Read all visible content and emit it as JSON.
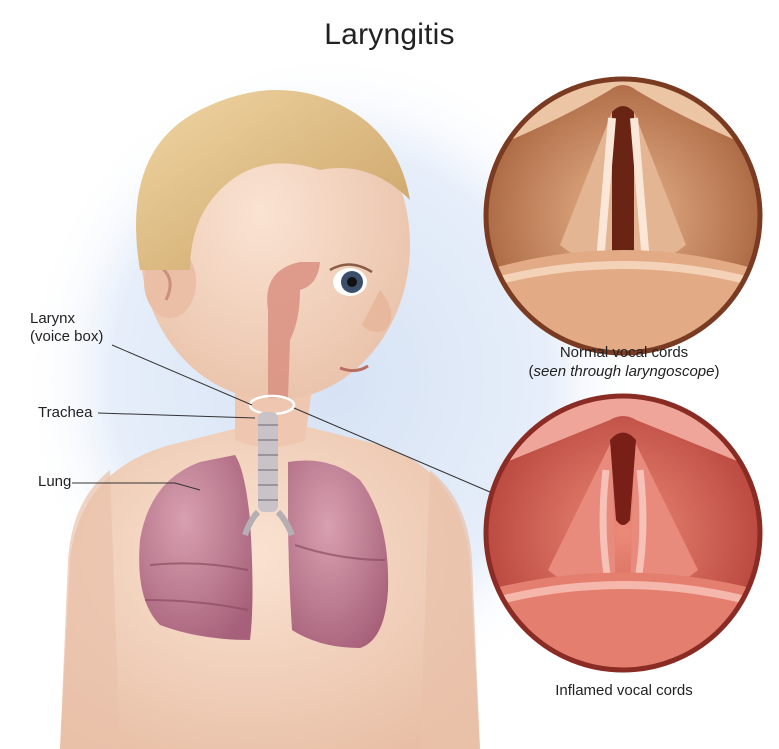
{
  "title": "Laryngitis",
  "labels": {
    "larynx_line1": "Larynx",
    "larynx_line2": "(voice box)",
    "trachea": "Trachea",
    "lung": "Lung"
  },
  "insets": {
    "normal": {
      "caption_line1": "Normal vocal cords",
      "caption_line2_italic": "seen through laryngoscope",
      "caption_line2_open": "(",
      "caption_line2_close": ")"
    },
    "inflamed": {
      "caption": "Inflamed vocal cords"
    }
  },
  "colors": {
    "skin": "#f3d2bd",
    "hair": "#e7c48a",
    "lung": "#c8879a",
    "normal_cords": "#d9a07a",
    "inflamed_cords": "#dd6f63",
    "backdrop": "#dce6f5"
  }
}
